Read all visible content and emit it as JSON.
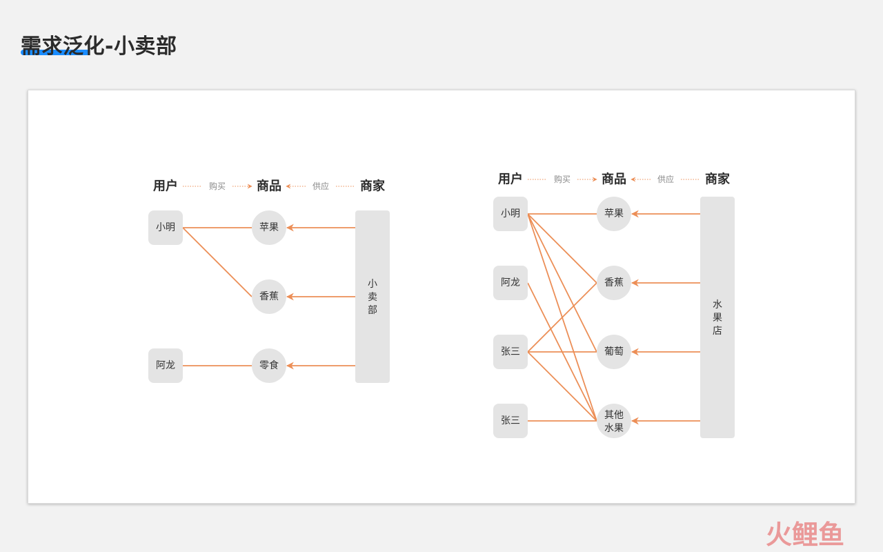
{
  "page": {
    "title": "需求泛化-小卖部"
  },
  "colors": {
    "edge": "#ec8e56",
    "node_fill": "#e4e4e4",
    "header_text": "#2b2b2b",
    "node_text": "#333333",
    "relation_text": "#8a8a8a",
    "accent": "#1a8cff"
  },
  "diagrams": [
    {
      "id": "left",
      "headers": {
        "users": "用户",
        "products": "商品",
        "merchants": "商家",
        "buy": "购买",
        "supply": "供应"
      },
      "users": [
        "小明",
        "阿龙"
      ],
      "products": [
        "苹果",
        "香蕉",
        "零食"
      ],
      "merchant": "小卖部",
      "edges": [
        [
          0,
          0
        ],
        [
          0,
          1
        ],
        [
          1,
          2
        ]
      ]
    },
    {
      "id": "right",
      "headers": {
        "users": "用户",
        "products": "商品",
        "merchants": "商家",
        "buy": "购买",
        "supply": "供应"
      },
      "users": [
        "小明",
        "阿龙",
        "张三",
        "张三"
      ],
      "products": [
        "苹果",
        "香蕉",
        "葡萄",
        "其他水果"
      ],
      "merchant": "水果店",
      "edges": [
        [
          0,
          0
        ],
        [
          0,
          1
        ],
        [
          0,
          2
        ],
        [
          0,
          3
        ],
        [
          1,
          3
        ],
        [
          2,
          1
        ],
        [
          2,
          2
        ],
        [
          2,
          3
        ],
        [
          3,
          3
        ]
      ]
    }
  ],
  "watermark": {
    "text": "火鲤鱼"
  }
}
